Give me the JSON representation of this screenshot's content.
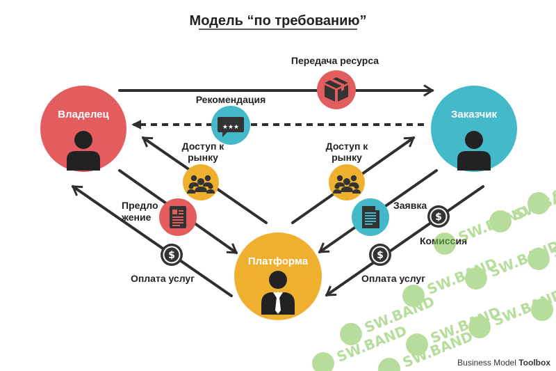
{
  "title": "Модель “по требованию”",
  "nodes": {
    "owner": "Владелец",
    "customer": "Заказчик",
    "platform": "Платформа"
  },
  "flows": {
    "resource_transfer": "Передача ресурса",
    "recommendation": "Рекомендация",
    "market_access_left_1": "Доступ к",
    "market_access_left_2": "рынку",
    "market_access_right_1": "Доступ к",
    "market_access_right_2": "рынку",
    "offer_1": "Предло",
    "offer_2": "жение",
    "request": "Заявка",
    "commission": "Комиссия",
    "payment_left": "Оплата услуг",
    "payment_right": "Оплата услуг"
  },
  "footer": {
    "brand_regular": "Business Model ",
    "brand_bold": "Toolbox"
  },
  "watermark": "SW.BAND",
  "icons": {
    "box": "box-icon",
    "chat": "chat-bubble-icon",
    "group": "group-icon",
    "document": "document-icon",
    "dollar": "dollar-coin-icon",
    "person": "person-icon"
  },
  "colors": {
    "owner": "#e35d5e",
    "customer": "#44b9c9",
    "platform": "#efb02f",
    "arrow": "#2f2f2f",
    "coin": "#333333",
    "watermark": "#7cc34a"
  }
}
